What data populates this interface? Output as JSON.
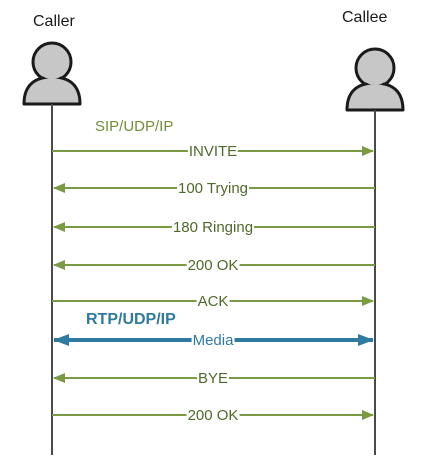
{
  "participants": {
    "caller": {
      "label": "Caller"
    },
    "callee": {
      "label": "Callee"
    }
  },
  "protocols": {
    "signaling": "SIP/UDP/IP",
    "media": "RTP/UDP/IP"
  },
  "messages": [
    {
      "label": "INVITE",
      "direction": "caller-to-callee",
      "kind": "sip"
    },
    {
      "label": "100 Trying",
      "direction": "callee-to-caller",
      "kind": "sip"
    },
    {
      "label": "180 Ringing",
      "direction": "callee-to-caller",
      "kind": "sip"
    },
    {
      "label": "200 OK",
      "direction": "callee-to-caller",
      "kind": "sip"
    },
    {
      "label": "ACK",
      "direction": "caller-to-callee",
      "kind": "sip"
    },
    {
      "label": "Media",
      "direction": "both",
      "kind": "media"
    },
    {
      "label": "BYE",
      "direction": "callee-to-caller",
      "kind": "sip"
    },
    {
      "label": "200 OK",
      "direction": "caller-to-callee",
      "kind": "sip"
    }
  ],
  "colors": {
    "sip_arrow": "#7a9a44",
    "media_arrow": "#2f7aa0",
    "lifeline": "#4a4a4a",
    "actor_fill": "#c7c7c7",
    "actor_stroke": "#1a1a1a"
  }
}
